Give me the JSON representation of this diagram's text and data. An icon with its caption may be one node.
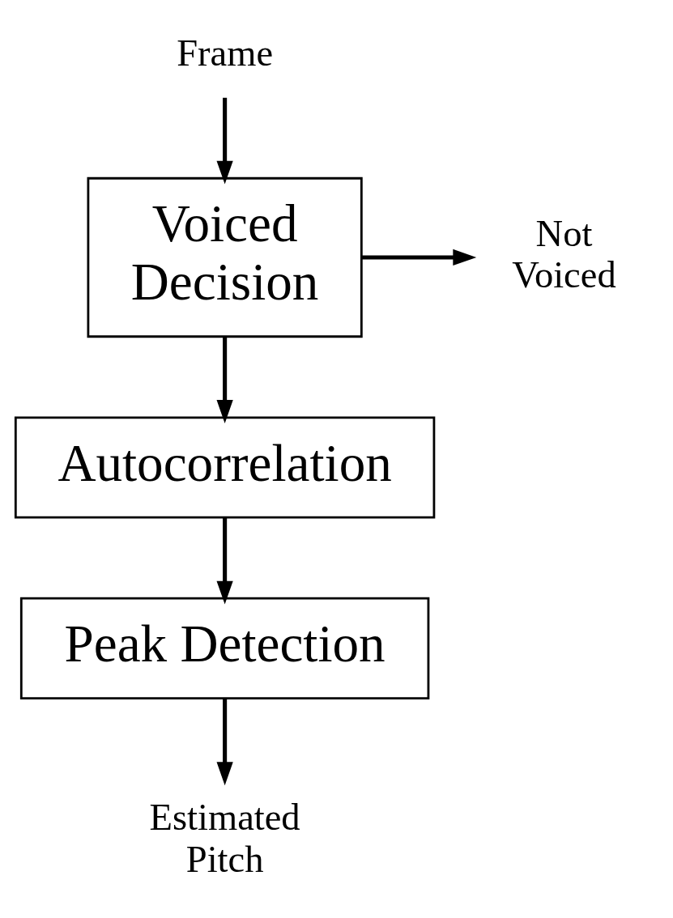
{
  "diagram": {
    "nodes": [
      {
        "text": [
          "Frame"
        ]
      },
      {
        "text": [
          "Voiced Decision"
        ]
      },
      {
        "text": [
          "Not Voiced"
        ]
      },
      {
        "text": [
          "Autocorrelation"
        ]
      },
      {
        "text": [
          "Peak Detection"
        ]
      },
      {
        "text": [
          "Estimated Pitch"
        ]
      }
    ],
    "edges": [
      {
        "from": 0,
        "to": 1,
        "arrow": "to"
      },
      {
        "from": 1,
        "to": 2,
        "arrow": "to"
      },
      {
        "from": 1,
        "to": 3,
        "arrow": "to"
      },
      {
        "from": 3,
        "to": 4,
        "arrow": "to"
      },
      {
        "from": 4,
        "to": 5,
        "arrow": "to"
      }
    ]
  }
}
